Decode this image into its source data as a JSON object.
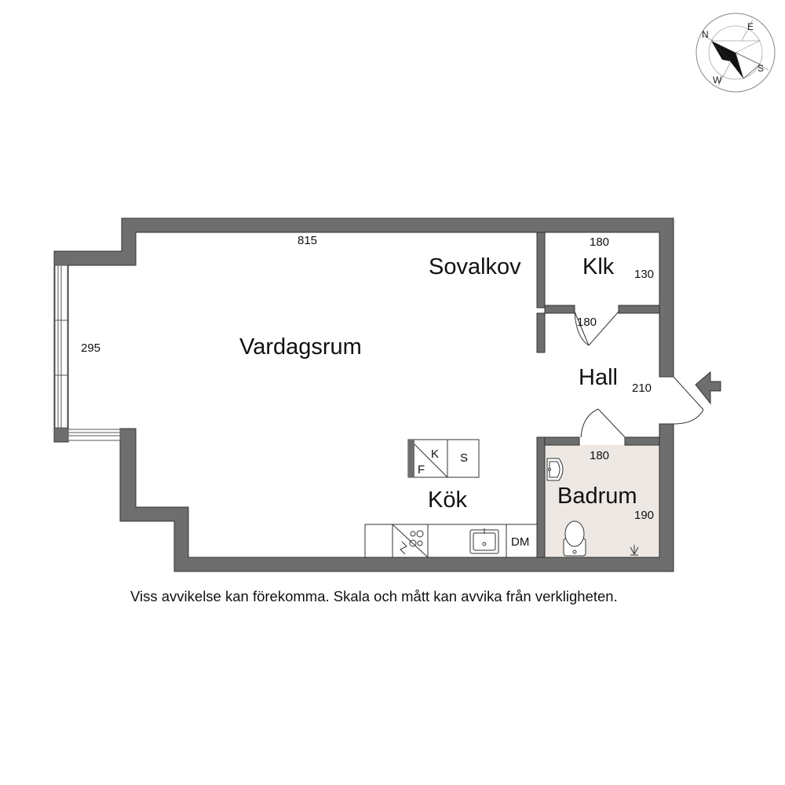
{
  "rooms": {
    "vardagsrum": "Vardagsrum",
    "sovalkov": "Sovalkov",
    "klk": "Klk",
    "hall": "Hall",
    "kok": "Kök",
    "badrum": "Badrum"
  },
  "dimensions": {
    "living_width": "815",
    "living_depth": "295",
    "klk_width": "180",
    "klk_depth": "130",
    "hall_width": "180",
    "hall_depth": "210",
    "bath_width": "180",
    "bath_depth": "190"
  },
  "appliances": {
    "fridge": "F",
    "freezer": "K",
    "storage": "S",
    "dishwasher": "DM"
  },
  "compass": {
    "n": "N",
    "e": "E",
    "s": "S",
    "w": "W"
  },
  "disclaimer": "Viss avvikelse kan förekomma. Skala och mått kan avvika från verkligheten.",
  "colors": {
    "wall": "#6e6e6e",
    "bathroom_floor": "#ede8e3"
  }
}
